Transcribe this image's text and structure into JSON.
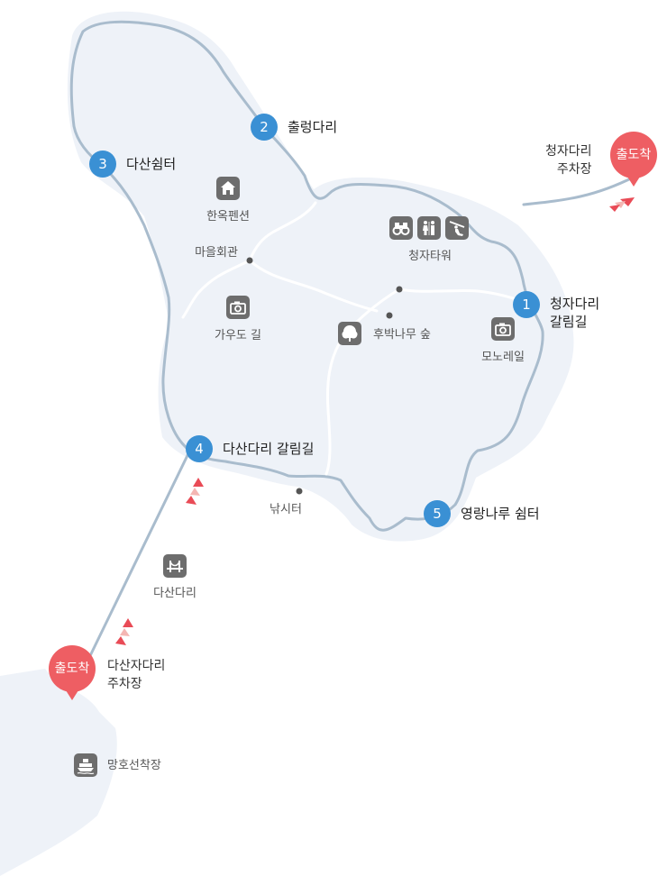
{
  "colors": {
    "land": "#eef2f8",
    "path": "#a9bccd",
    "road": "#ffffff",
    "marker": "#3a90d4",
    "pin": "#ee5e63",
    "arrow_dark": "#e94b56",
    "arrow_light": "#f4b6b3",
    "icon_bg": "#6d6d6d"
  },
  "points": [
    {
      "num": "1",
      "title": [
        "청자다리",
        "갈림길"
      ]
    },
    {
      "num": "2",
      "title": [
        "출렁다리"
      ]
    },
    {
      "num": "3",
      "title": [
        "다산쉼터"
      ]
    },
    {
      "num": "4",
      "title": [
        "다산다리 갈림길"
      ]
    },
    {
      "num": "5",
      "title": [
        "영랑나루 쉼터"
      ]
    }
  ],
  "places": {
    "hanok": "한옥펜션",
    "village_hall": "마을회관",
    "gaudo": "가우도 길",
    "tower": "청자타워",
    "forest": "후박나무 숲",
    "monorail": "모노레일",
    "fishing": "낚시터",
    "dasan_bridge": "다산다리",
    "ferry": "망호선착장"
  },
  "parking": {
    "north": {
      "pin": "출도착",
      "lines": [
        "청자다리",
        "주차장"
      ]
    },
    "south": {
      "pin": "출도착",
      "lines": [
        "다산자다리",
        "주차장"
      ]
    }
  },
  "icons": {
    "hanok": "house-icon",
    "gaudo": "camera-icon",
    "monorail": "camera-icon",
    "tower": [
      "binoculars-icon",
      "restroom-icon",
      "zipline-icon"
    ],
    "forest": "tree-icon",
    "dasan_bridge": "bridge-icon",
    "ferry": "ship-icon"
  }
}
